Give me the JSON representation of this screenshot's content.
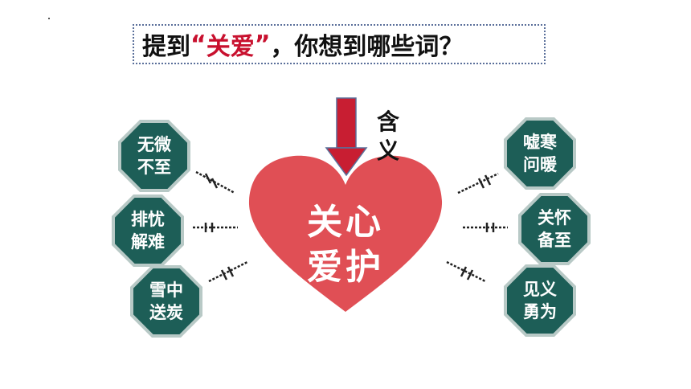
{
  "title": {
    "prefix": "提到",
    "open_quote": "“",
    "highlight": "关爱",
    "close_quote": "”",
    "suffix": "，你想到哪些词？"
  },
  "meaning_label": [
    "含",
    "义"
  ],
  "center": {
    "line1": "关心",
    "line2": "爱护",
    "heart_color": "#e04f55",
    "arrow_color": "#c81e32"
  },
  "left_terms": [
    [
      "无微",
      "不至"
    ],
    [
      "排忧",
      "解难"
    ],
    [
      "雪中",
      "送炭"
    ]
  ],
  "right_terms": [
    [
      "嘘寒",
      "问暖"
    ],
    [
      "关怀",
      "备至"
    ],
    [
      "见义",
      "勇为"
    ]
  ],
  "colors": {
    "octagon": "#1d5e57",
    "title_highlight": "#c8102e"
  }
}
